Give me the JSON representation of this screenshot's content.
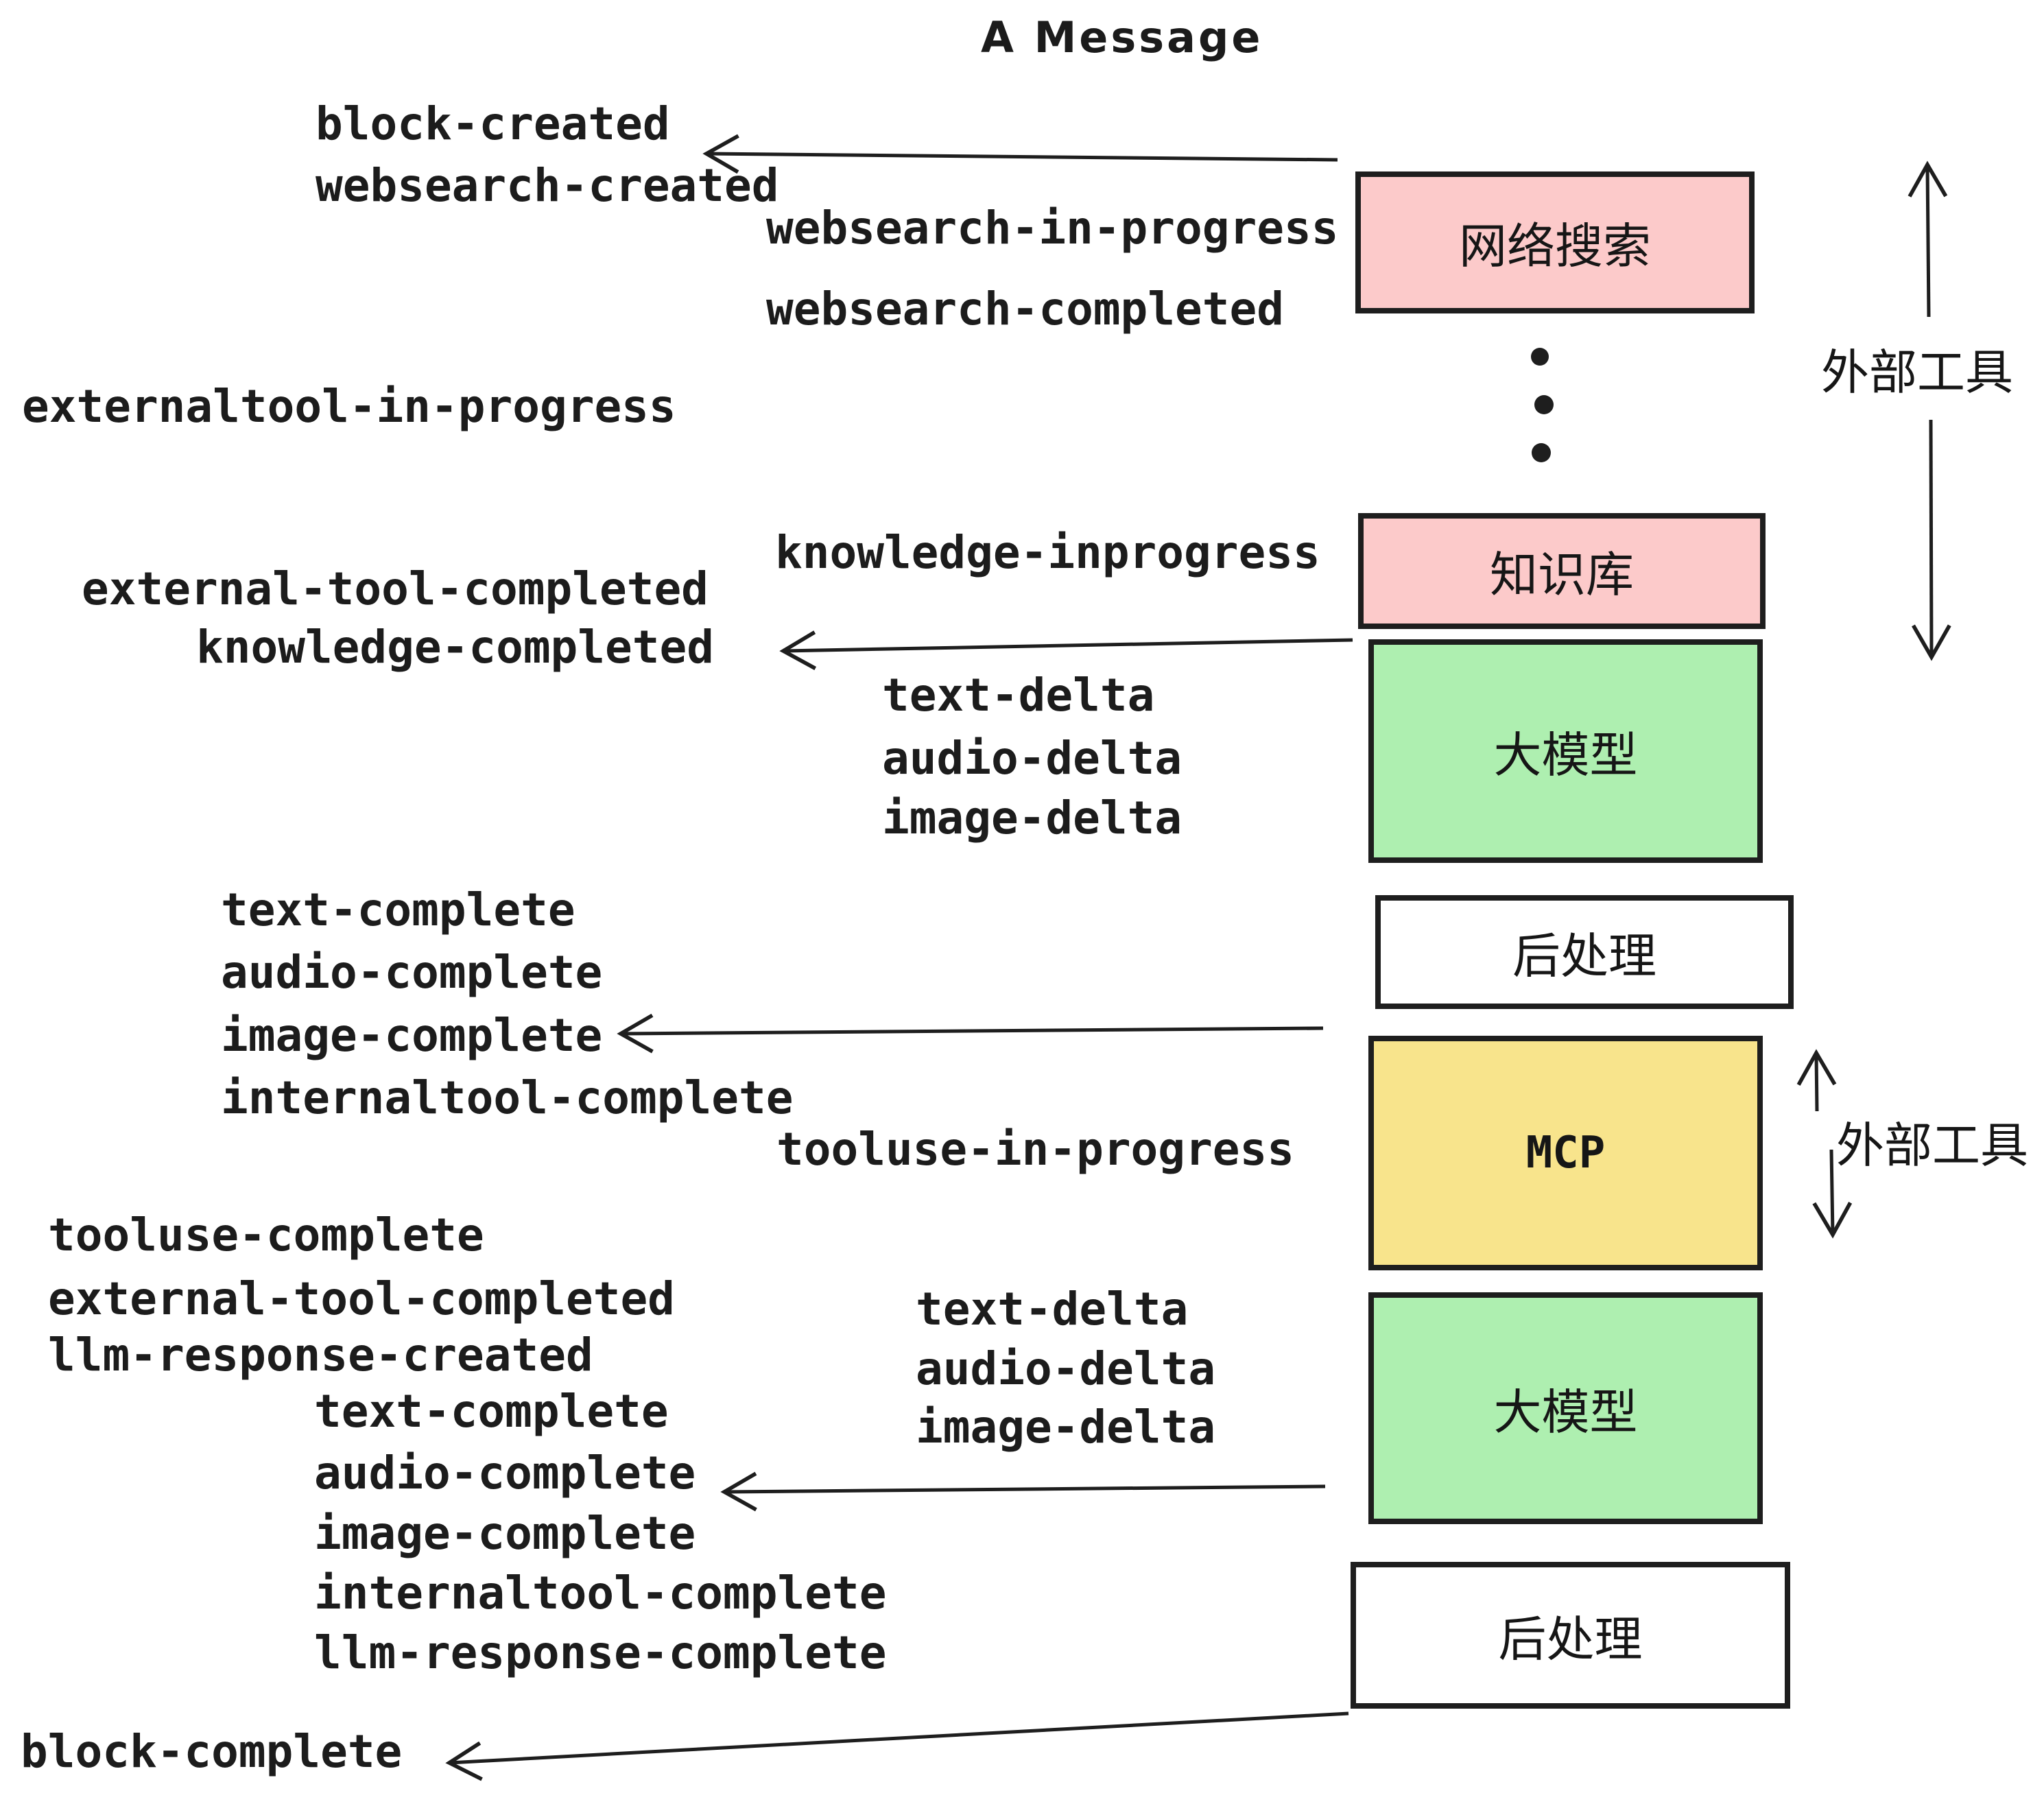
{
  "title": "A Message",
  "colors": {
    "pink": "#fccaca",
    "green": "#aeefb0",
    "yellow": "#f8e48c",
    "white": "#ffffff",
    "line": "#1e1e1e"
  },
  "boxes": {
    "websearch": "网络搜索",
    "knowledge": "知识库",
    "llm1": "大模型",
    "post1": "后处理",
    "mcp": "MCP",
    "llm2": "大模型",
    "post2": "后处理"
  },
  "side_labels": {
    "external_tools_top": "外部工具",
    "external_tools_mcp": "外部工具"
  },
  "events": {
    "block_created": "block-created",
    "websearch_created": "websearch-created",
    "websearch_in_progress": "websearch-in-progress",
    "websearch_completed": "websearch-completed",
    "externaltool_in_progress": "externaltool-in-progress",
    "knowledge_inprogress": "knowledge-inprogress",
    "external_tool_completed": "external-tool-completed",
    "knowledge_completed": "knowledge-completed",
    "text_delta": "text-delta",
    "audio_delta": "audio-delta",
    "image_delta": "image-delta",
    "text_complete": "text-complete",
    "audio_complete": "audio-complete",
    "image_complete": "image-complete",
    "internaltool_complete": "internaltool-complete",
    "tooluse_in_progress": "tooluse-in-progress",
    "tooluse_complete": "tooluse-complete",
    "llm_response_created": "llm-response-created",
    "llm_response_complete": "llm-response-complete",
    "block_complete": "block-complete"
  }
}
